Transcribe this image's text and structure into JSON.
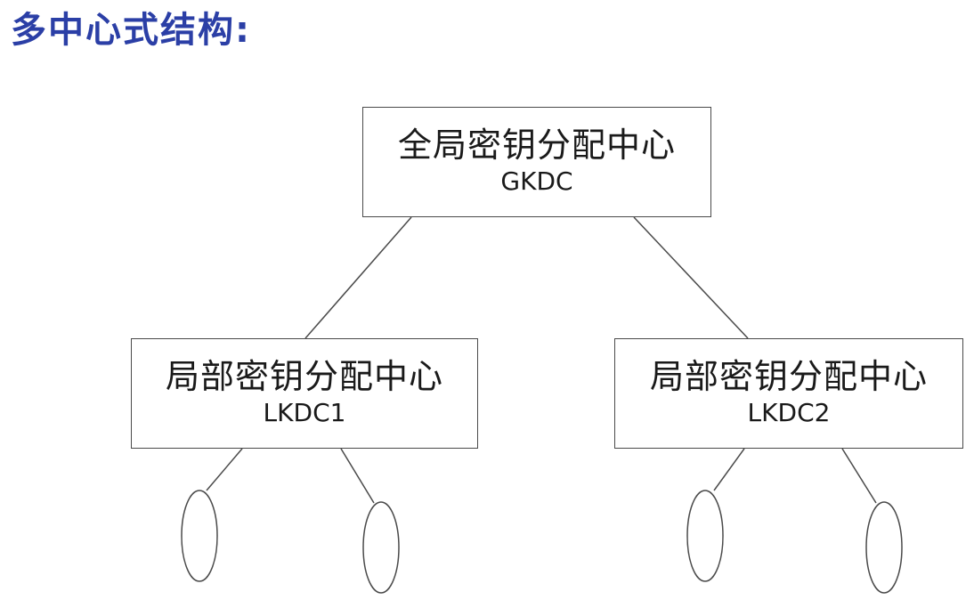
{
  "title": "多中心式结构:",
  "colors": {
    "title": "#2b3fa6",
    "line": "#4a4a4a",
    "text": "#1a1a1a"
  },
  "nodes": {
    "gkdc": {
      "name": "全局密钥分配中心",
      "code": "GKDC"
    },
    "lkdc1": {
      "name": "局部密钥分配中心",
      "code": "LKDC1"
    },
    "lkdc2": {
      "name": "局部密钥分配中心",
      "code": "LKDC2"
    }
  }
}
